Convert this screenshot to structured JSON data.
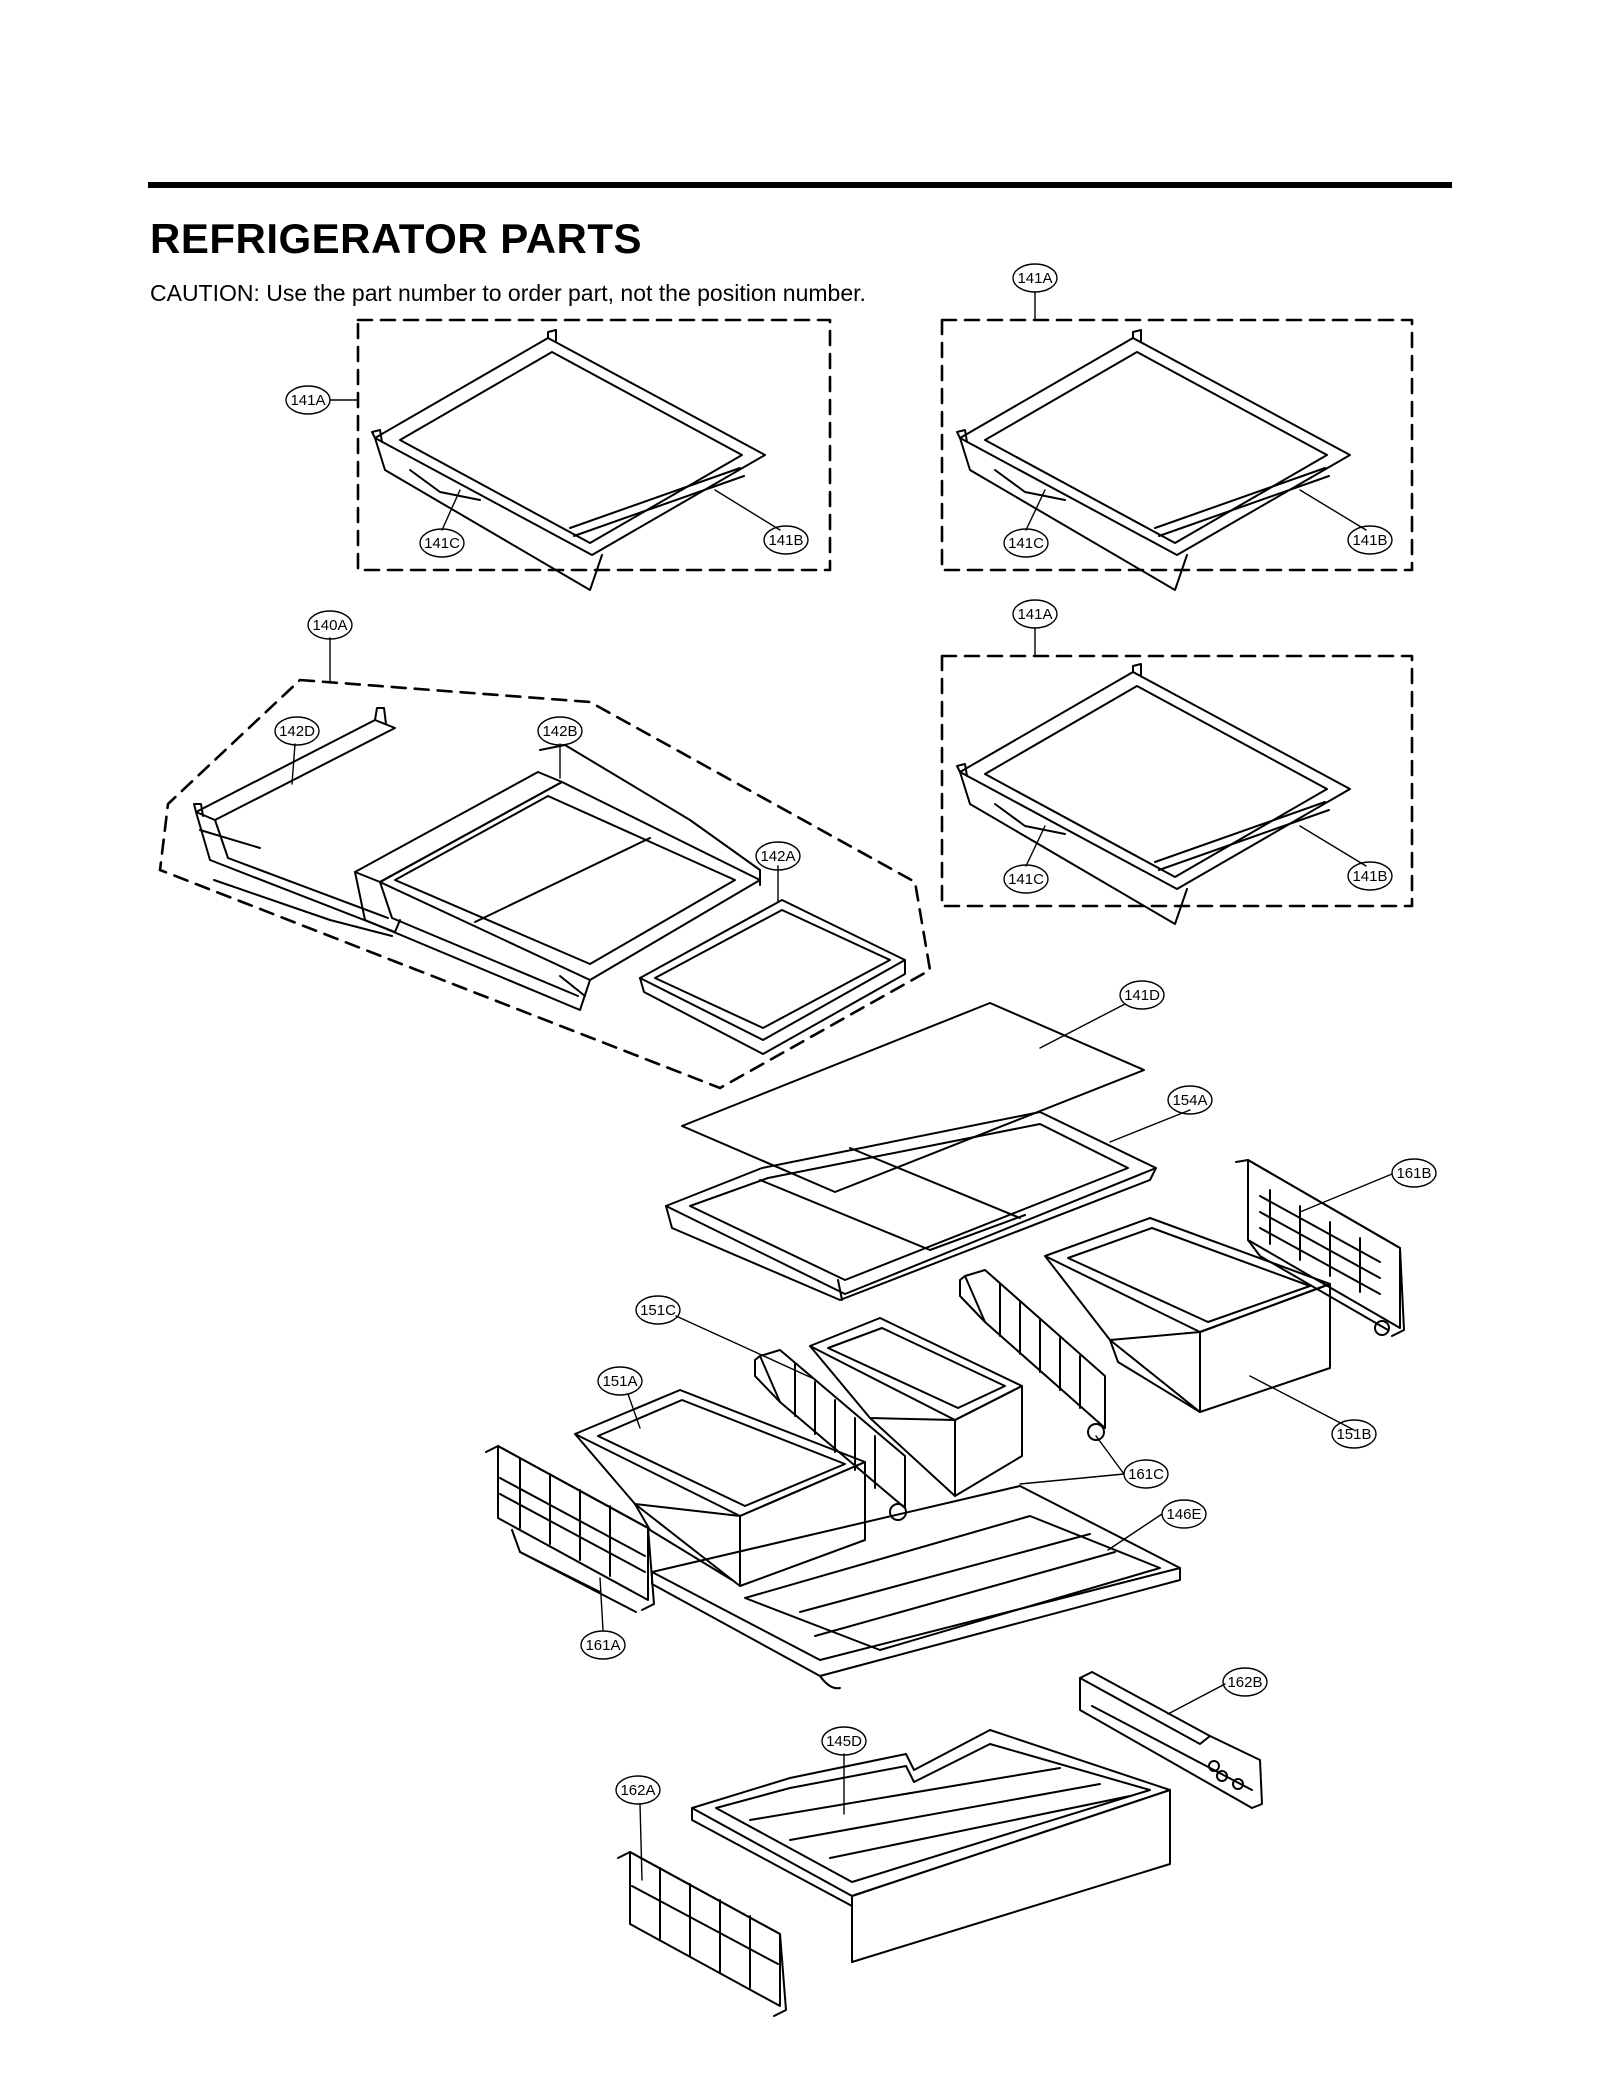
{
  "header": {
    "title": "REFRIGERATOR PARTS",
    "caution": "CAUTION: Use the part number to order part, not the position number."
  },
  "callouts": [
    {
      "id": "c-141a-1",
      "label": "141A"
    },
    {
      "id": "c-141c-1",
      "label": "141C"
    },
    {
      "id": "c-141b-1",
      "label": "141B"
    },
    {
      "id": "c-141a-2",
      "label": "141A"
    },
    {
      "id": "c-141c-2",
      "label": "141C"
    },
    {
      "id": "c-141b-2",
      "label": "141B"
    },
    {
      "id": "c-141a-3",
      "label": "141A"
    },
    {
      "id": "c-141c-3",
      "label": "141C"
    },
    {
      "id": "c-141b-3",
      "label": "141B"
    },
    {
      "id": "c-140a",
      "label": "140A"
    },
    {
      "id": "c-142d",
      "label": "142D"
    },
    {
      "id": "c-142b",
      "label": "142B"
    },
    {
      "id": "c-142a",
      "label": "142A"
    },
    {
      "id": "c-141d",
      "label": "141D"
    },
    {
      "id": "c-154a",
      "label": "154A"
    },
    {
      "id": "c-161b",
      "label": "161B"
    },
    {
      "id": "c-151c",
      "label": "151C"
    },
    {
      "id": "c-151a",
      "label": "151A"
    },
    {
      "id": "c-151b",
      "label": "151B"
    },
    {
      "id": "c-161c",
      "label": "161C"
    },
    {
      "id": "c-146e",
      "label": "146E"
    },
    {
      "id": "c-161a",
      "label": "161A"
    },
    {
      "id": "c-162b",
      "label": "162B"
    },
    {
      "id": "c-145d",
      "label": "145D"
    },
    {
      "id": "c-162a",
      "label": "162A"
    }
  ]
}
